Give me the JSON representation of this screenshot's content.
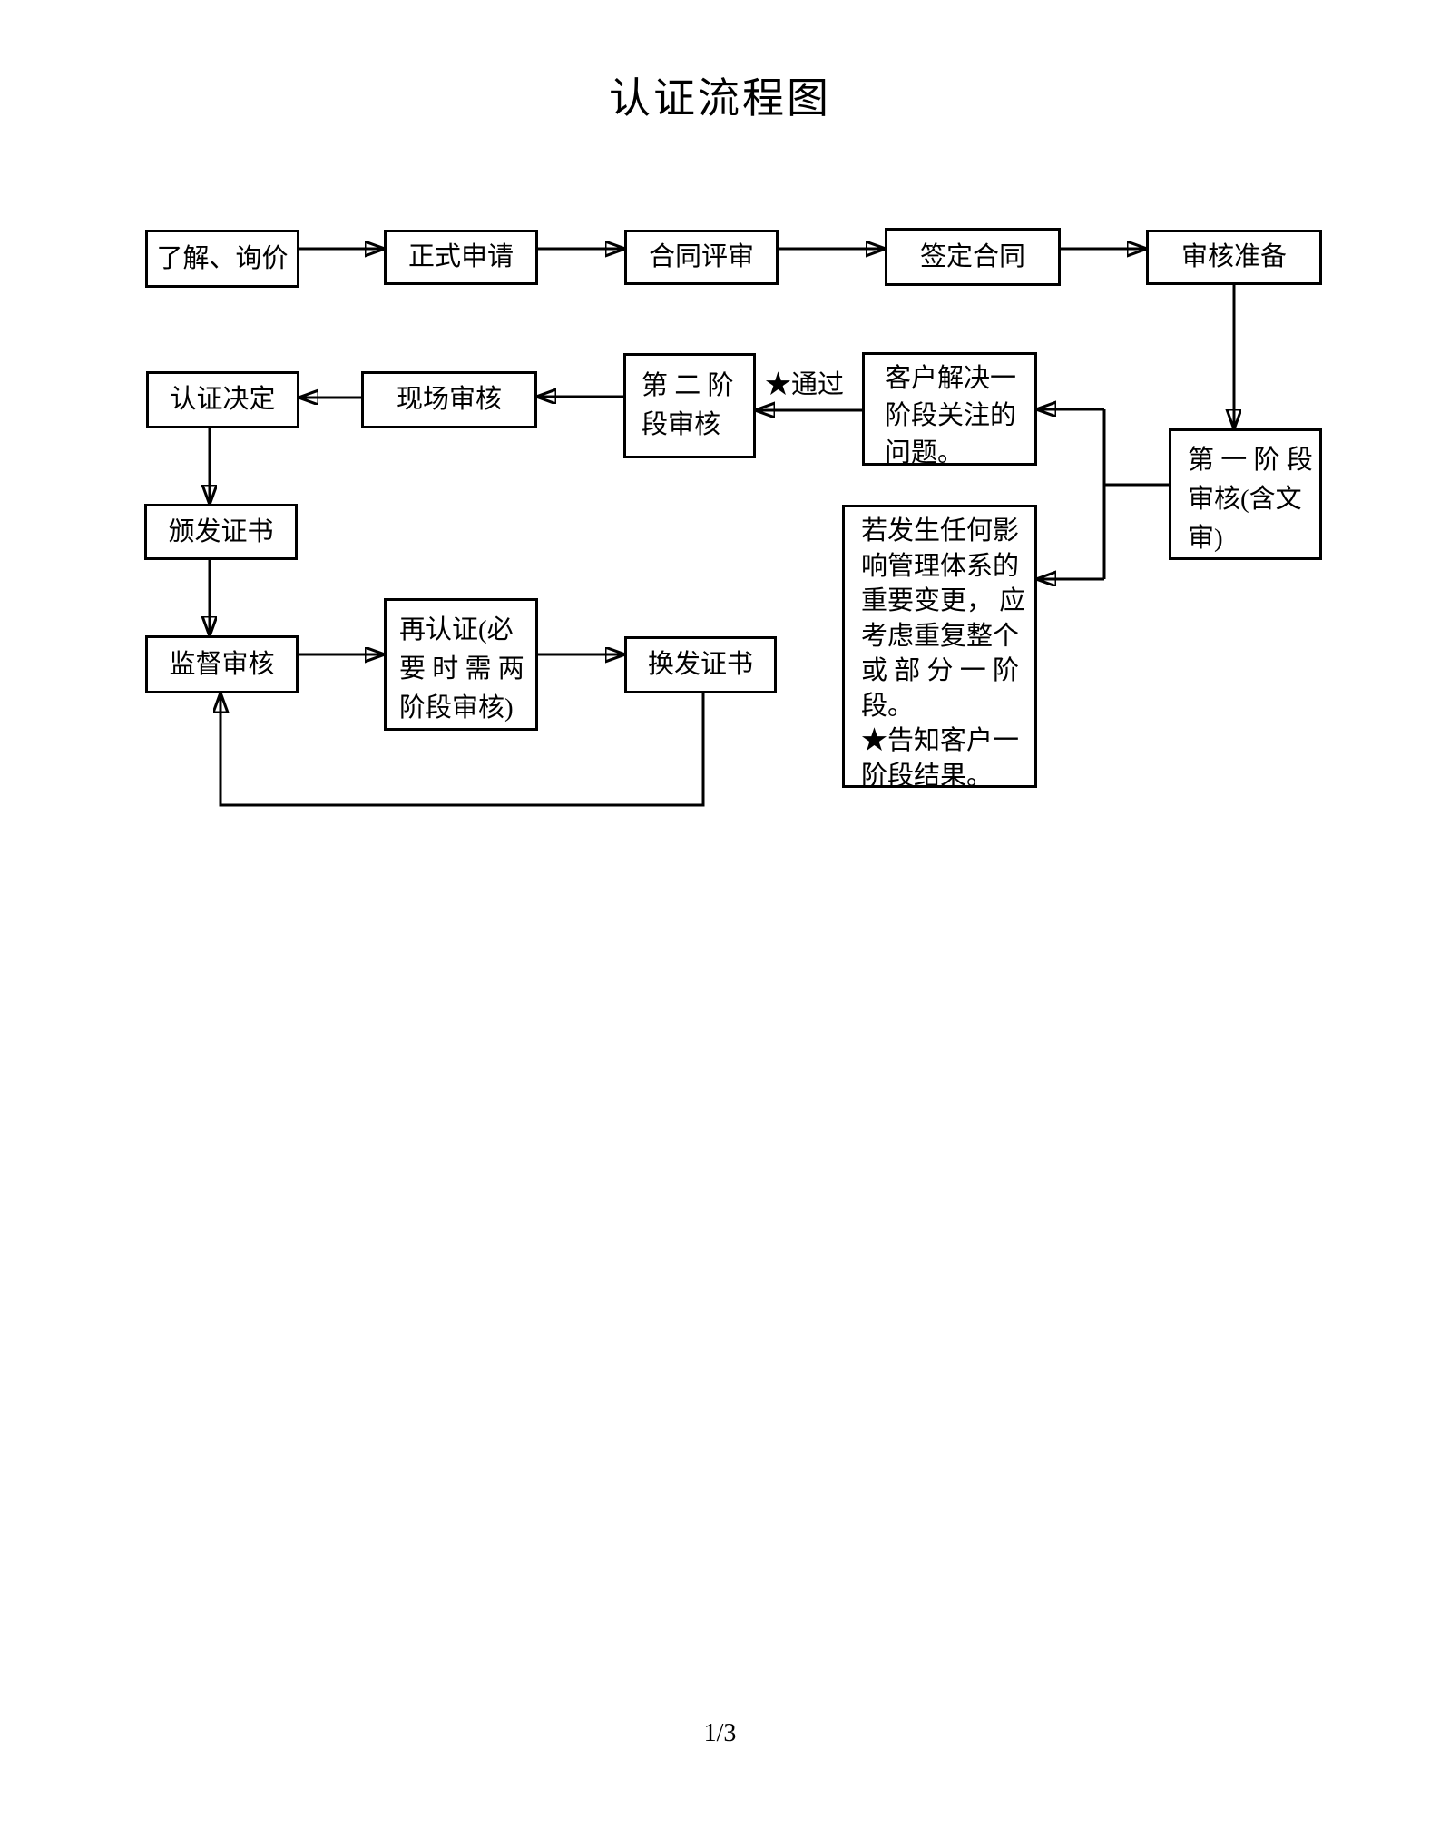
{
  "title": "认证流程图",
  "page_number": "1/3",
  "flowchart": {
    "nodes": {
      "inquiry": "了解、询价",
      "formal_application": "正式申请",
      "contract_review": "合同评审",
      "sign_contract": "签定合同",
      "audit_preparation": "审核准备",
      "stage1_audit": "第 一 阶 段\n审核(含文\n审)",
      "customer_resolve": "客户解决一\n阶段关注的\n问题。",
      "stage2_audit": "第 二 阶\n段审核",
      "onsite_audit": "现场审核",
      "certification_decision": "认证决定",
      "issue_certificate": "颁发证书",
      "surveillance_audit": "监督审核",
      "recertification": "再认证(必\n要 时 需 两\n阶段审核)",
      "reissue_certificate": "换发证书",
      "stage1_note": "若发生任何影\n响管理体系的\n重要变更， 应\n考虑重复整个\n或 部 分 一 阶\n段。\n★告知客户一\n阶段结果。"
    },
    "edge_labels": {
      "pass": "★通过"
    }
  }
}
